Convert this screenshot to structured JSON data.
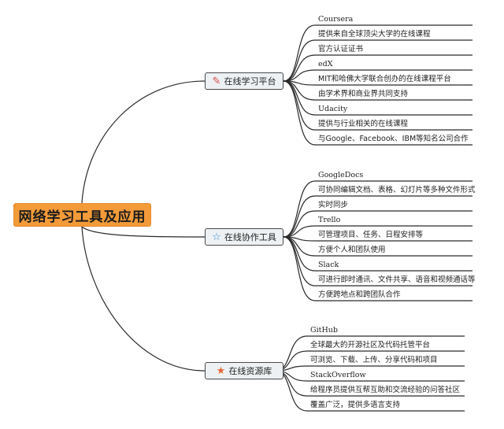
{
  "root": {
    "label": "网络学习工具及应用"
  },
  "colors": {
    "root_fill": "#f39a39",
    "branch_fill": "#eef1f3",
    "line": "#2a2a2a",
    "star_blue": "#3a8fd6",
    "star_orange": "#e2673a",
    "pen_red": "#d94a4a"
  },
  "branches": [
    {
      "label": "在线学习平台",
      "icon": "pen-icon",
      "glyph": "✎",
      "items": [
        "Coursera",
        "提供来自全球顶尖大学的在线课程",
        "官方认证证书",
        "edX",
        "MIT和哈佛大学联合创办的在线课程平台",
        "由学术界和商业界共同支持",
        "Udacity",
        "提供与行业相关的在线课程",
        "与Google、Facebook、IBM等知名公司合作"
      ]
    },
    {
      "label": "在线协作工具",
      "icon": "star-outline-icon",
      "glyph": "☆",
      "items": [
        "GoogleDocs",
        "可协同编辑文档、表格、幻灯片等多种文件形式",
        "实时同步",
        "Trello",
        "可管理项目、任务、日程安排等",
        "方便个人和团队使用",
        "Slack",
        "可进行即时通讯、文件共享、语音和视频通话等",
        "方便跨地点和跨团队合作"
      ]
    },
    {
      "label": "在线资源库",
      "icon": "star-filled-icon",
      "glyph": "★",
      "items": [
        "GitHub",
        "全球最大的开源社区及代码托管平台",
        "可浏览、下载、上传、分享代码和项目",
        "StackOverflow",
        "给程序员提供互帮互助和交流经验的问答社区",
        "覆盖广泛，提供多语言支持"
      ]
    }
  ]
}
